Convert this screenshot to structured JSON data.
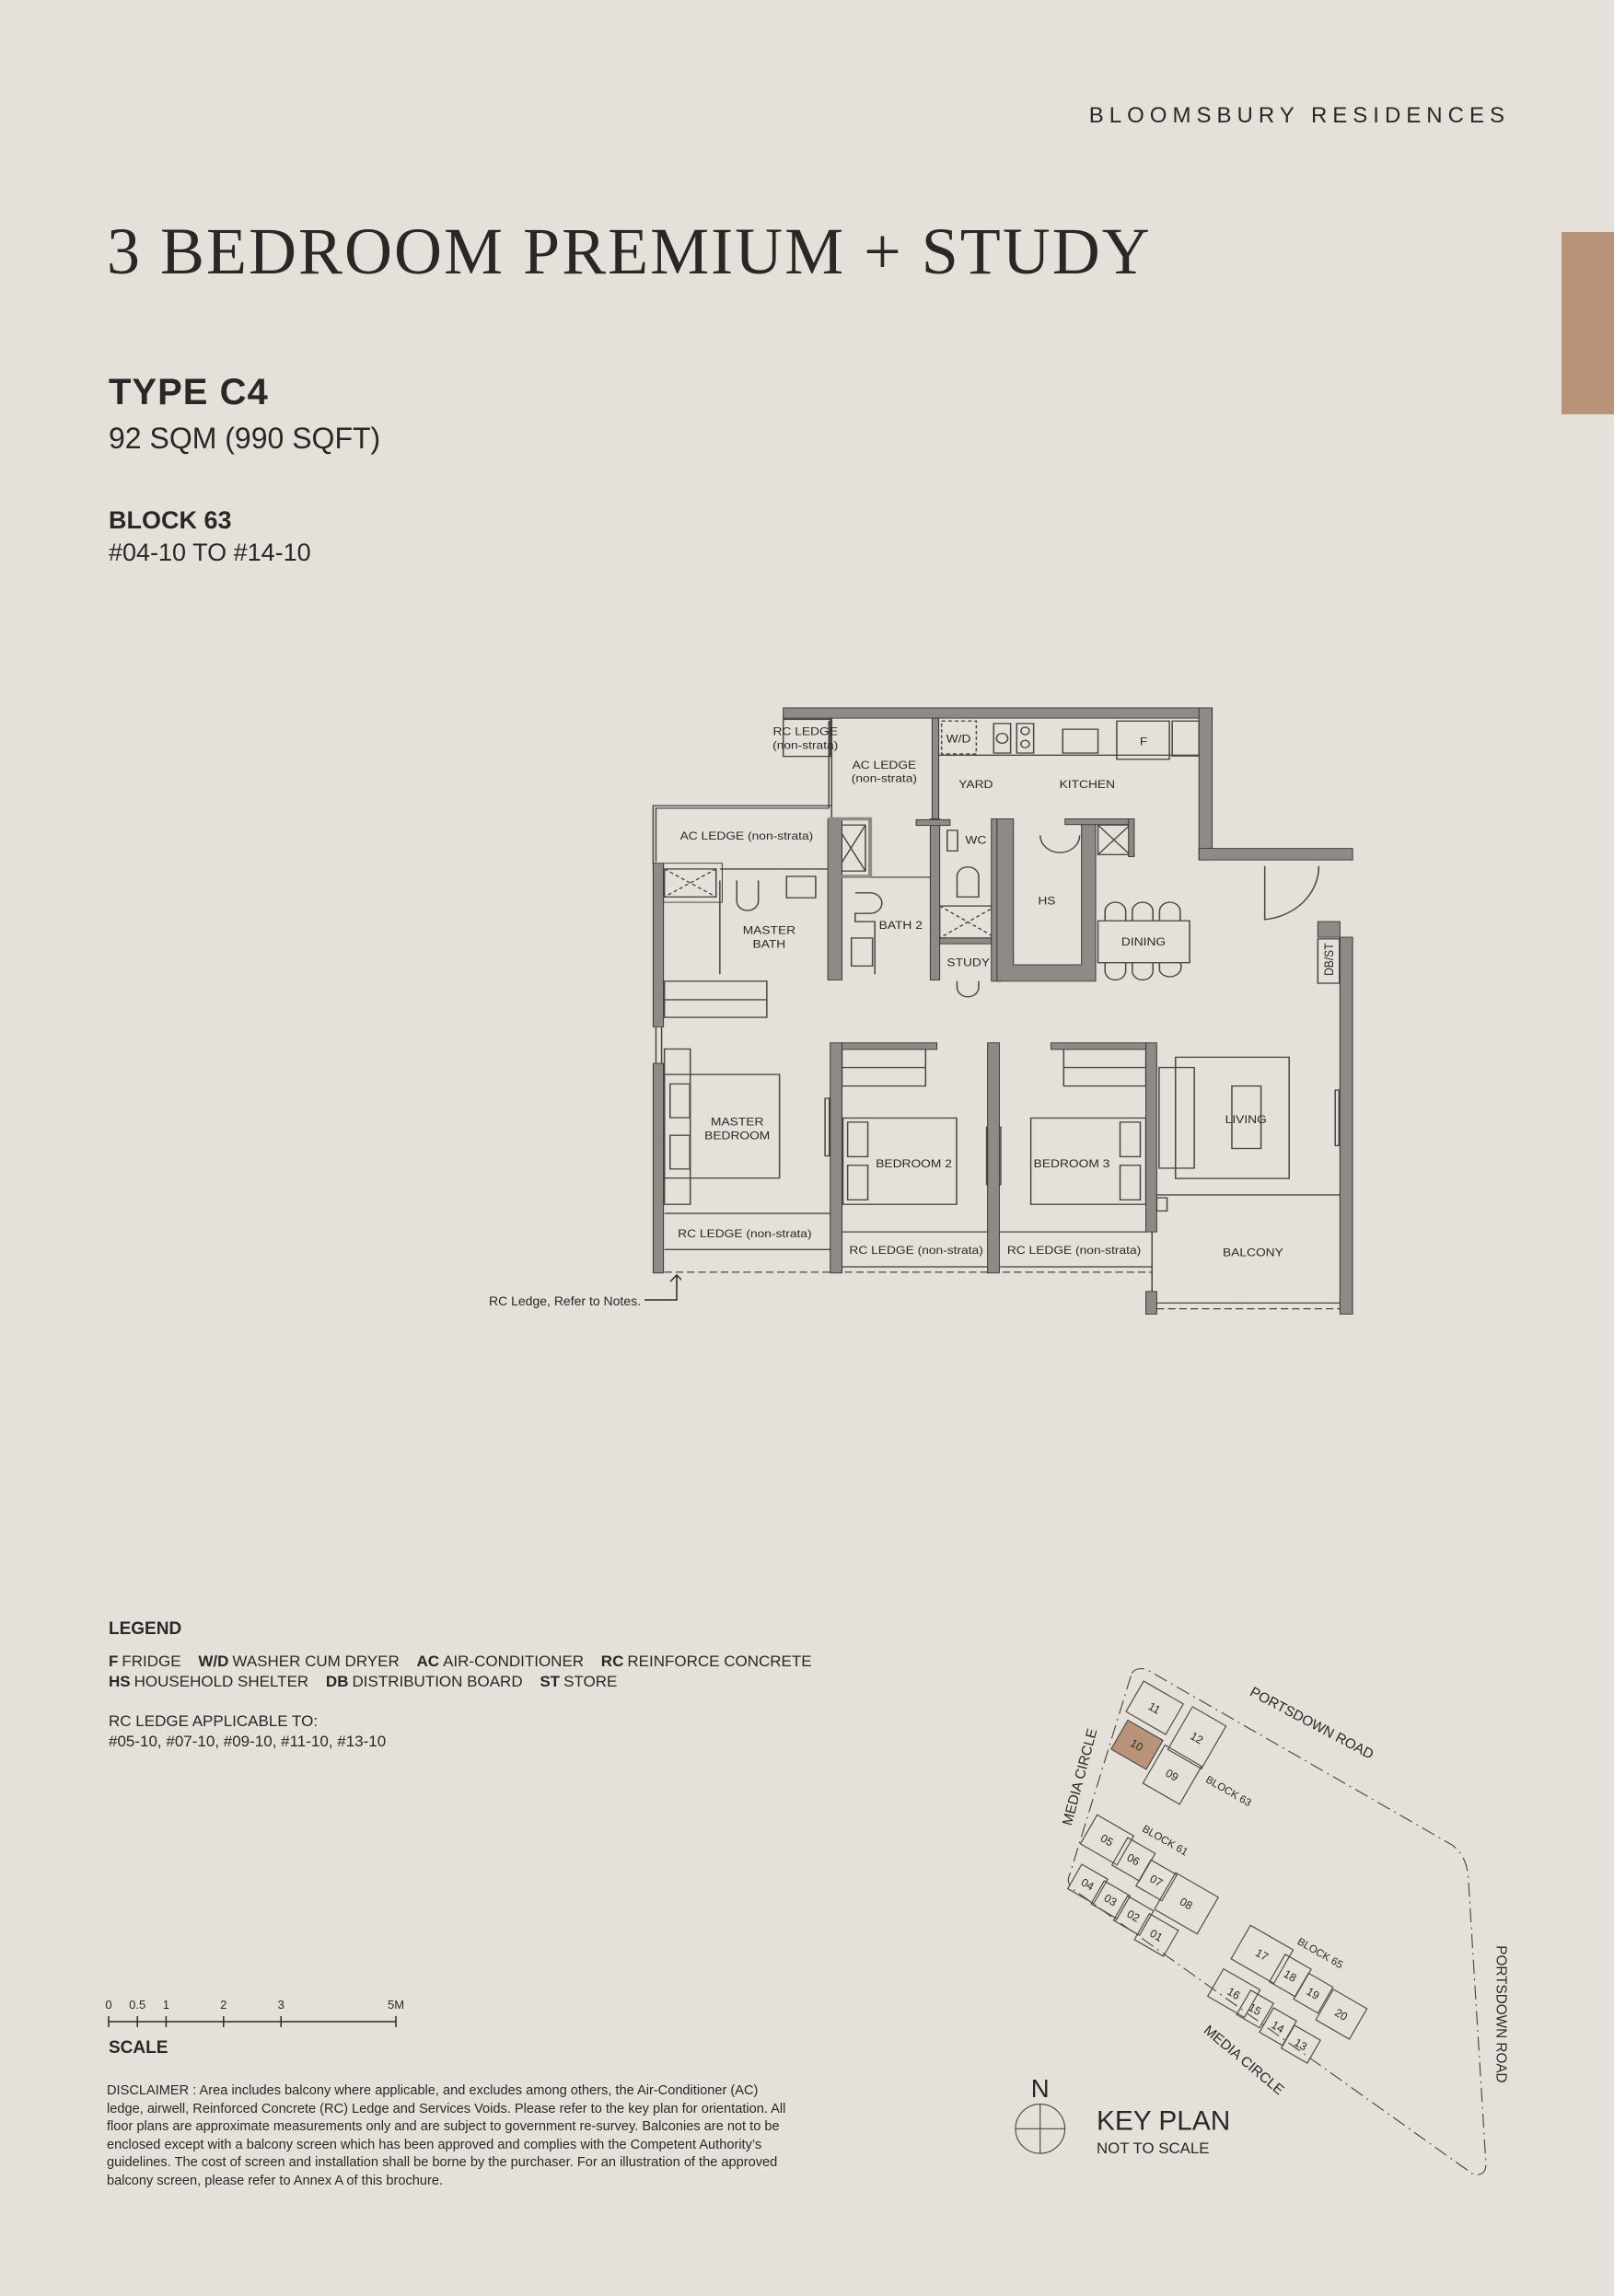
{
  "header": {
    "brand": "BLOOMSBURY RESIDENCES",
    "title": "3 BEDROOM PREMIUM + STUDY"
  },
  "unit": {
    "type": "TYPE C4",
    "area": "92 SQM (990 SQFT)",
    "block": "BLOCK 63",
    "units": "#04-10 TO #14-10"
  },
  "colors": {
    "background": "#e5e1da",
    "accent": "#b8937a",
    "wall": "#8e8b86",
    "text": "#2a2826"
  },
  "floor_plan": {
    "labels": [
      "RC LEDGE",
      "(non-strata)",
      "AC LEDGE",
      "(non-strata)",
      "W/D",
      "F",
      "YARD",
      "KITCHEN",
      "AC LEDGE (non-strata)",
      "WC",
      "HS",
      "MASTER",
      "BATH",
      "BATH 2",
      "DINING",
      "STUDY",
      "DB/ST",
      "MASTER",
      "BEDROOM",
      "BEDROOM 2",
      "BEDROOM 3",
      "LIVING",
      "RC LEDGE (non-strata)",
      "RC LEDGE (non-strata)",
      "RC LEDGE (non-strata)",
      "BALCONY"
    ],
    "rc_note": "RC Ledge, Refer to Notes."
  },
  "legend": {
    "title": "LEGEND",
    "items": [
      {
        "abbr": "F",
        "text": "FRIDGE"
      },
      {
        "abbr": "W/D",
        "text": "WASHER CUM DRYER"
      },
      {
        "abbr": "AC",
        "text": "AIR-CONDITIONER"
      },
      {
        "abbr": "RC",
        "text": "REINFORCE CONCRETE"
      },
      {
        "abbr": "HS",
        "text": "HOUSEHOLD SHELTER"
      },
      {
        "abbr": "DB",
        "text": "DISTRIBUTION BOARD"
      },
      {
        "abbr": "ST",
        "text": "STORE"
      }
    ],
    "rc_heading": "RC LEDGE APPLICABLE TO:",
    "rc_units": "#05-10, #07-10, #09-10, #11-10, #13-10"
  },
  "scale": {
    "title": "SCALE",
    "ticks": [
      "0",
      "0.5",
      "1",
      "2",
      "3",
      "5M"
    ],
    "tick_values": [
      0,
      0.5,
      1,
      2,
      3,
      5
    ]
  },
  "disclaimer": "DISCLAIMER : Area includes balcony where applicable, and excludes among others, the Air-Conditioner (AC) ledge, airwell, Reinforced Concrete (RC) Ledge and Services Voids. Please refer to the key plan for orientation. All floor plans are approximate measurements only and are subject to government re-survey. Balconies are not to be enclosed except with a balcony screen which has been approved and complies with the Competent Authority’s guidelines. The cost of screen and installation shall be borne by the purchaser. For an illustration of the approved balcony screen, please refer to Annex A of this brochure.",
  "key_plan": {
    "title": "KEY PLAN",
    "subtitle": "NOT TO SCALE",
    "north": "N",
    "highlighted_unit": "10",
    "units": [
      "11",
      "10",
      "12",
      "09",
      "05",
      "06",
      "07",
      "04",
      "03",
      "02",
      "01",
      "08",
      "17",
      "18",
      "19",
      "20",
      "16",
      "15",
      "14",
      "13"
    ],
    "roads": [
      "PORTSDOWN ROAD",
      "MEDIA CIRCLE",
      "MEDIA CIRCLE",
      "PORTSDOWN ROAD"
    ],
    "blocks": [
      "BLOCK 63",
      "BLOCK 61",
      "BLOCK 65"
    ]
  }
}
